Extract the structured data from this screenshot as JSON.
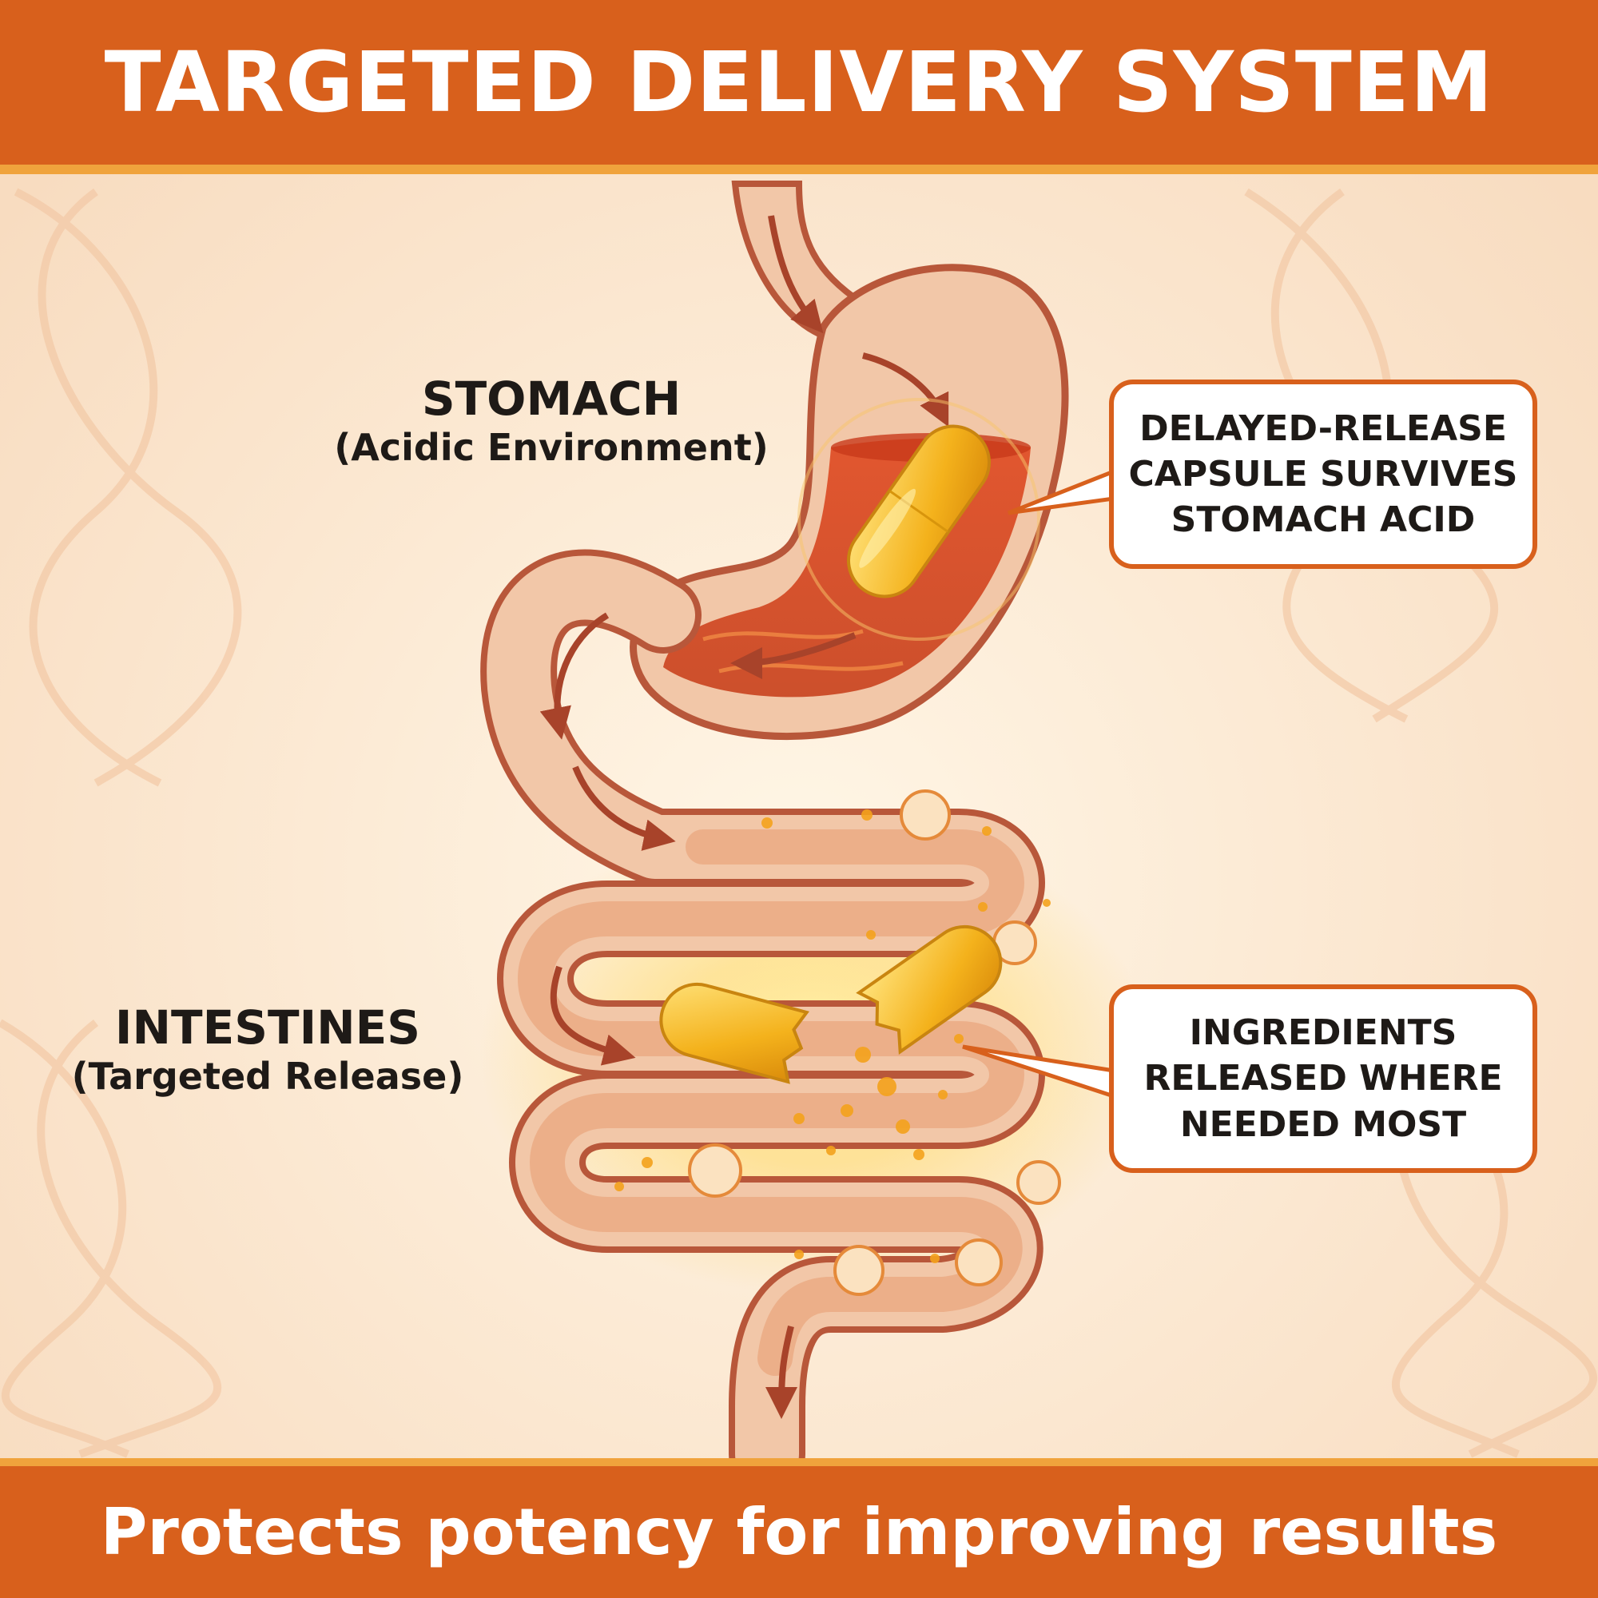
{
  "header": {
    "title": "TARGETED DELIVERY SYSTEM"
  },
  "stomach": {
    "title": "STOMACH",
    "subtitle": "(Acidic Environment)"
  },
  "intestines": {
    "title": "INTESTINES",
    "subtitle": "(Targeted Release)"
  },
  "callouts": {
    "stomach": [
      "DELAYED-RELEASE",
      "CAPSULE SURVIVES",
      "STOMACH ACID"
    ],
    "intestines": [
      "INGREDIENTS",
      "RELEASED WHERE",
      "NEEDED MOST"
    ]
  },
  "footer": {
    "tagline": "Protects potency for improving results"
  },
  "colors": {
    "banner": "#d8601c",
    "banner_accent": "#f0a33c",
    "background": "#fbe9d3",
    "tract_outline": "#b8573a",
    "tract_fill": "#f2c7a8",
    "stomach_acid": "#dc4a22",
    "capsule": "#f4b21c",
    "text": "#1e1a17"
  }
}
